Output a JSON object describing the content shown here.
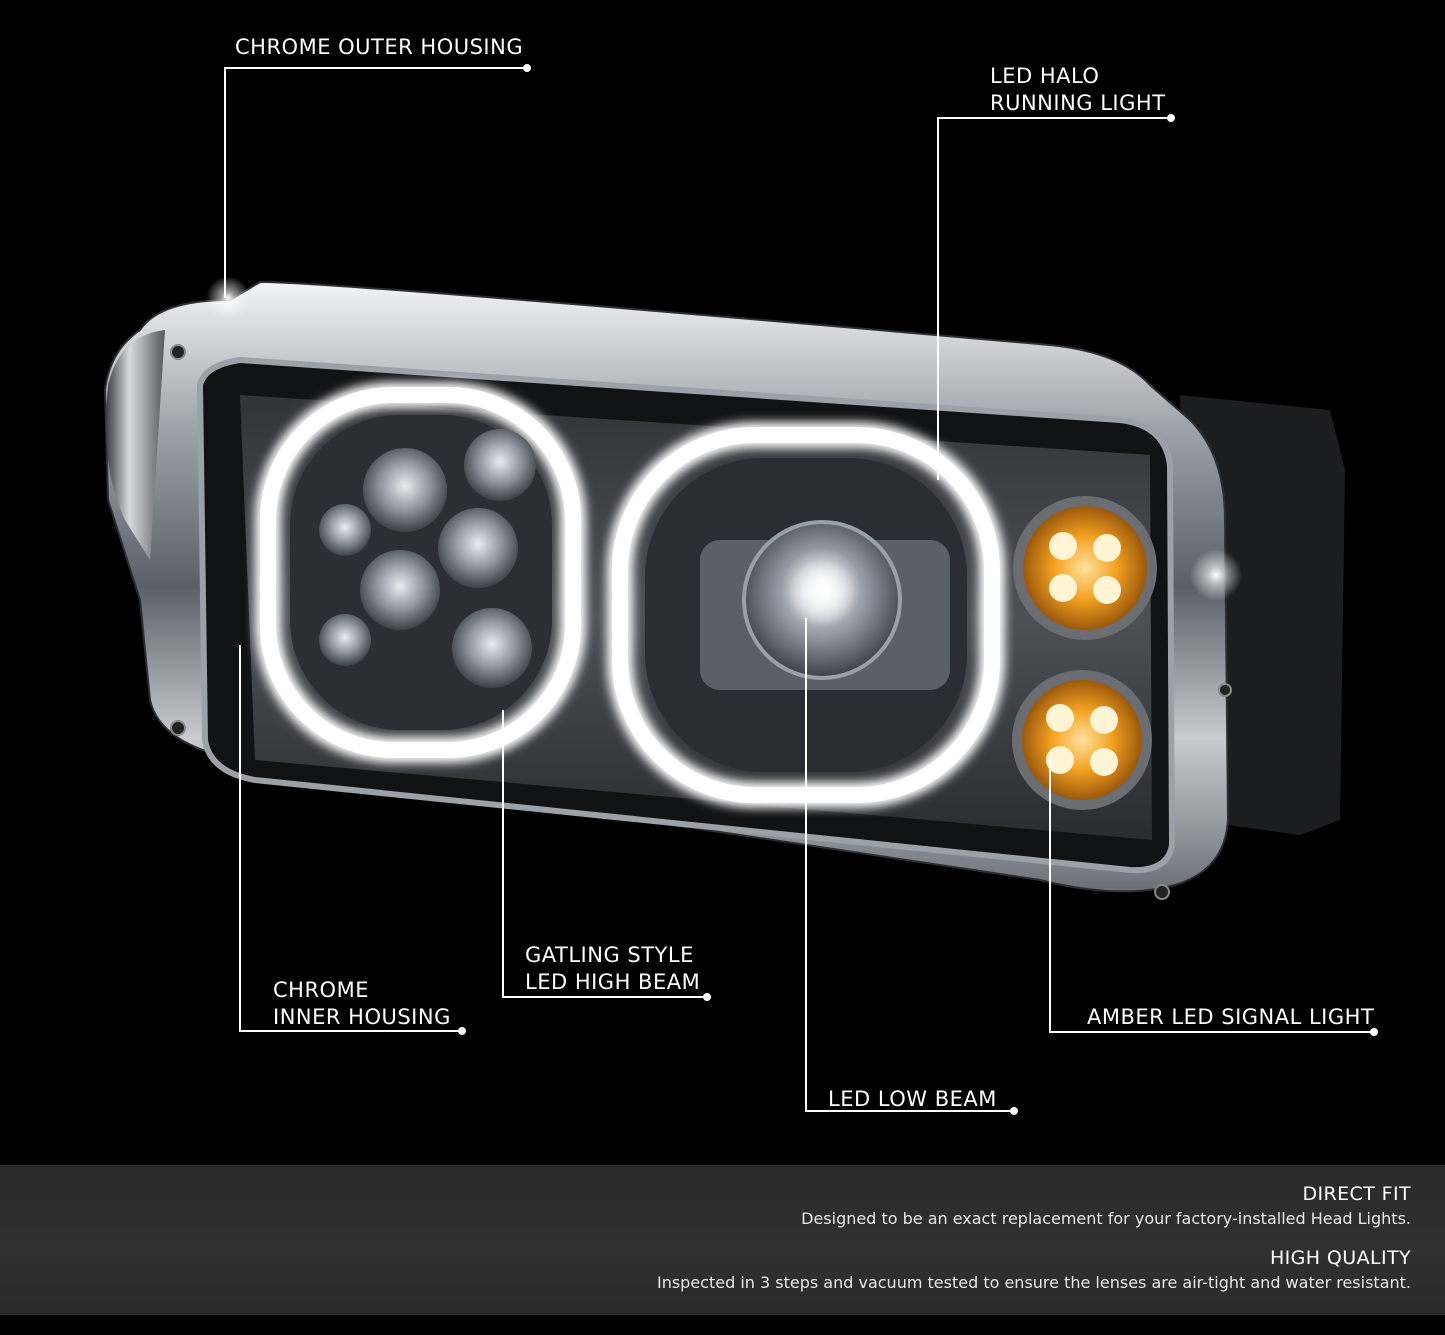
{
  "callouts": {
    "outer_housing": "CHROME OUTER HOUSING",
    "halo_line1": "LED HALO",
    "halo_line2": "RUNNING LIGHT",
    "inner_line1": "CHROME",
    "inner_line2": "INNER HOUSING",
    "high_line1": "GATLING STYLE",
    "high_line2": "LED HIGH BEAM",
    "low_beam": "LED LOW BEAM",
    "signal": "AMBER LED SIGNAL LIGHT"
  },
  "features": [
    {
      "title": "DIRECT FIT",
      "description": "Designed to be an exact replacement for your factory-installed Head Lights."
    },
    {
      "title": "HIGH QUALITY",
      "description": "Inspected in 3 steps and vacuum tested to ensure the lenses are air-tight and water resistant."
    }
  ],
  "colors": {
    "background": "#000000",
    "chrome": "#bfc3c8",
    "halo": "#ffffff",
    "amber": "#f39a12",
    "footer": "#2e2e2e"
  }
}
